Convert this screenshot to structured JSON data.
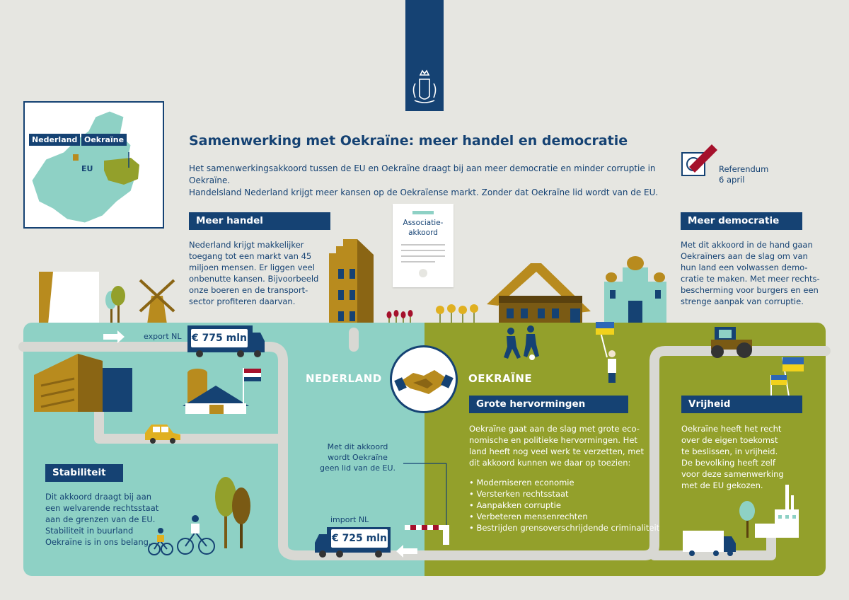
{
  "map": {
    "label_netherlands": "Nederland",
    "label_ukraine": "Oekraïne",
    "label_eu": "EU"
  },
  "header": {
    "title": "Samenwerking met Oekraïne: meer handel en democratie",
    "intro_line1": "Het samenwerkingsakkoord tussen de EU en Oekraïne draagt bij aan meer democratie en minder corruptie in Oekraïne.",
    "intro_line2": "Handelsland Nederland krijgt meer kansen op de Oekraïense markt. Zonder dat Oekraïne lid wordt van de EU."
  },
  "referendum": {
    "label": "Referendum",
    "date": "6 april"
  },
  "document": {
    "line1": "Associatie-",
    "line2": "akkoord"
  },
  "sections": {
    "meer_handel": {
      "title": "Meer handel",
      "lines": [
        "Nederland krijgt makkelijker",
        "toegang tot een markt van 45",
        "miljoen mensen.  Er liggen veel",
        "onbenutte kansen. Bijvoorbeeld",
        "onze boeren en de transport-",
        "sector profiteren daarvan."
      ]
    },
    "meer_democratie": {
      "title": "Meer democratie",
      "lines": [
        "Met dit akkoord in de hand gaan",
        "Oekraïners aan de slag om van",
        "hun land een volwassen demo-",
        "cratie te maken. Met meer rechts-",
        "bescherming voor burgers en een",
        "strenge aanpak van corruptie."
      ]
    },
    "stabiliteit": {
      "title": "Stabiliteit",
      "lines": [
        "Dit akkoord draagt bij aan",
        "een welvarende rechtsstaat",
        "aan de grenzen van de EU.",
        "Stabiliteit in buurland",
        "Oekraïne is in ons belang."
      ]
    },
    "grote_hervormingen": {
      "title": "Grote hervormingen",
      "lines": [
        "Oekraïne gaat aan de slag met grote eco-",
        "nomische en politieke hervormingen. Het",
        "land heeft nog veel werk te verzetten, met",
        "dit akkoord kunnen we daar op toezien:"
      ],
      "bullets": [
        "• Moderniseren economie",
        "• Versterken rechtsstaat",
        "• Aanpakken corruptie",
        "• Verbeteren mensenrechten",
        "• Bestrijden grensoverschrijdende criminaliteit"
      ]
    },
    "vrijheid": {
      "title": "Vrijheid",
      "lines": [
        "Oekraïne heeft het recht",
        "over de eigen toekomst",
        "te beslissen, in vrijheid.",
        "De bevolking heeft zelf",
        "voor deze samenwerking",
        "met de EU gekozen."
      ]
    }
  },
  "trade": {
    "export_label": "export NL",
    "export_value": "€ 775 mln",
    "import_label": "import NL",
    "import_value": "€ 725 mln"
  },
  "countries": {
    "nl": "NEDERLAND",
    "ua": "OEKRAÏNE"
  },
  "border_note": {
    "lines": [
      "Met dit akkoord",
      "wordt Oekraïne",
      "geen lid van de EU."
    ]
  },
  "colors": {
    "navy": "#154273",
    "nl_ground": "#8ed1c5",
    "ua_ground": "#93a02b",
    "road": "#d8d8d3",
    "ochre": "#b88b1e"
  },
  "icons": [
    "crest-icon",
    "referendum-ballot-icon",
    "handshake-icon",
    "windmill-icon",
    "truck-icon",
    "tractor-icon",
    "bicycle-icon",
    "car-icon",
    "flag-nl-icon",
    "flag-ua-icon",
    "factory-icon",
    "tulip-icon",
    "sunflower-icon"
  ]
}
